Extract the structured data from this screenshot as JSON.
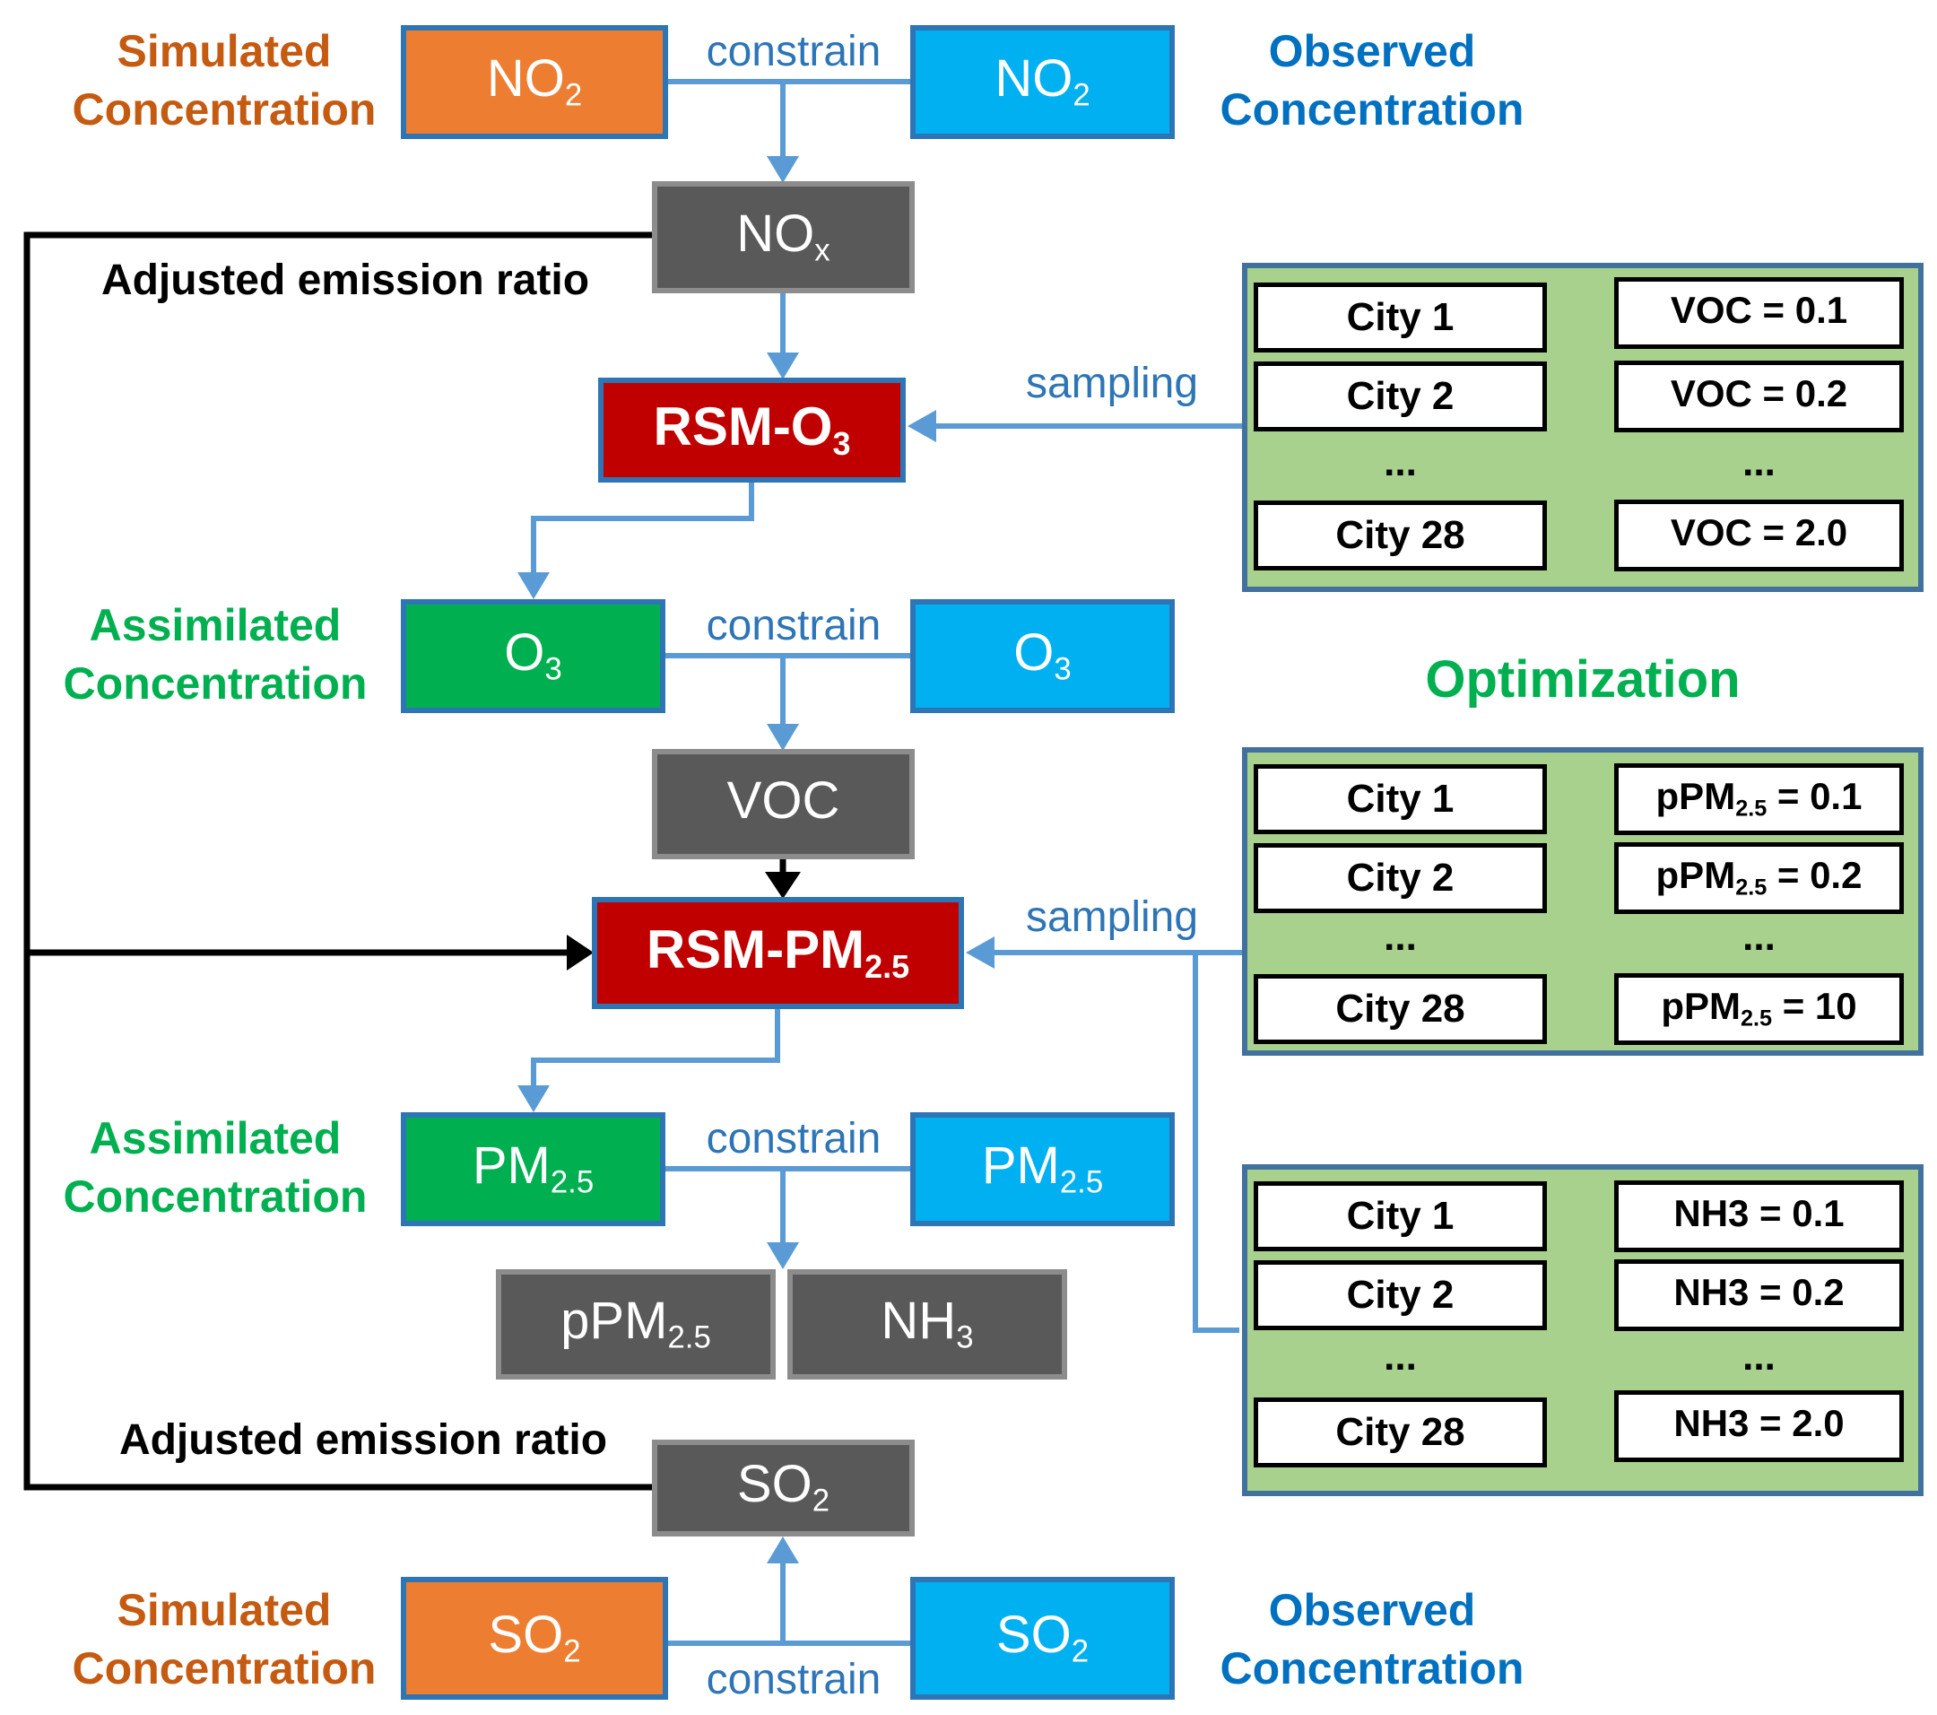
{
  "labels": {
    "simulated_top": {
      "line1": "Simulated",
      "line2": "Concentration"
    },
    "observed_top": {
      "line1": "Observed",
      "line2": "Concentration"
    },
    "assimilated_o3": {
      "line1": "Assimilated",
      "line2": "Concentration"
    },
    "assimilated_pm": {
      "line1": "Assimilated",
      "line2": "Concentration"
    },
    "simulated_bottom": {
      "line1": "Simulated",
      "line2": "Concentration"
    },
    "observed_bottom": {
      "line1": "Observed",
      "line2": "Concentration"
    },
    "adjusted_top": "Adjusted emission ratio",
    "adjusted_bottom": "Adjusted emission ratio",
    "optimization": "Optimization",
    "constrain_no2": "constrain",
    "constrain_o3": "constrain",
    "constrain_pm": "constrain",
    "constrain_so2": "constrain",
    "sampling_o3": "sampling",
    "sampling_pm": "sampling"
  },
  "boxes": {
    "no2_sim": {
      "base": "NO",
      "sub": "2"
    },
    "no2_obs": {
      "base": "NO",
      "sub": "2"
    },
    "nox": {
      "base": "NO",
      "sub": "x"
    },
    "rsm_o3": {
      "base": "RSM-O",
      "sub": "3"
    },
    "o3_assim": {
      "base": "O",
      "sub": "3"
    },
    "o3_obs": {
      "base": "O",
      "sub": "3"
    },
    "voc": {
      "base": "VOC",
      "sub": ""
    },
    "rsm_pm25": {
      "base": "RSM-PM",
      "sub": "2.5"
    },
    "pm25_assim": {
      "base": "PM",
      "sub": "2.5"
    },
    "pm25_obs": {
      "base": "PM",
      "sub": "2.5"
    },
    "ppm25": {
      "base": "pPM",
      "sub": "2.5"
    },
    "nh3": {
      "base": "NH",
      "sub": "3"
    },
    "so2_adj": {
      "base": "SO",
      "sub": "2"
    },
    "so2_sim": {
      "base": "SO",
      "sub": "2"
    },
    "so2_obs": {
      "base": "SO",
      "sub": "2"
    }
  },
  "panels": [
    {
      "name": "voc-sampling",
      "cities": [
        "City 1",
        "City 2",
        "...",
        "City 28"
      ],
      "values": [
        {
          "pre": "VOC = 0.1",
          "sub": "",
          "post": ""
        },
        {
          "pre": "VOC = 0.2",
          "sub": "",
          "post": ""
        },
        {
          "pre": "...",
          "sub": "",
          "post": ""
        },
        {
          "pre": "VOC = 2.0",
          "sub": "",
          "post": ""
        }
      ]
    },
    {
      "name": "ppm25-sampling",
      "cities": [
        "City 1",
        "City 2",
        "...",
        "City 28"
      ],
      "values": [
        {
          "pre": "pPM",
          "sub": "2.5",
          "post": " = 0.1"
        },
        {
          "pre": "pPM",
          "sub": "2.5",
          "post": " = 0.2"
        },
        {
          "pre": "...",
          "sub": "",
          "post": ""
        },
        {
          "pre": "pPM",
          "sub": "2.5",
          "post": " = 10"
        }
      ]
    },
    {
      "name": "nh3-sampling",
      "cities": [
        "City 1",
        "City 2",
        "...",
        "City 28"
      ],
      "values": [
        {
          "pre": "NH3 = 0.1",
          "sub": "",
          "post": ""
        },
        {
          "pre": "NH3 = 0.2",
          "sub": "",
          "post": ""
        },
        {
          "pre": "...",
          "sub": "",
          "post": ""
        },
        {
          "pre": "NH3 = 2.0",
          "sub": "",
          "post": ""
        }
      ]
    }
  ],
  "colors": {
    "simulated_fill": "#ED7D31",
    "observed_fill": "#00B0F0",
    "assimilated_fill": "#00B050",
    "rsm_fill": "#C00000",
    "gray_fill": "#595959",
    "box_border": "#2E75B6",
    "gray_border": "#8C8C8C",
    "panel_fill": "#A9D18E",
    "panel_border": "#41719C",
    "blue_arrow": "#5B9BD5",
    "black_arrow": "#000000",
    "simulated_text": "#C55A11",
    "observed_text": "#0070C0",
    "assimilated_text": "#00B050",
    "note_text": "#2E75B6"
  }
}
